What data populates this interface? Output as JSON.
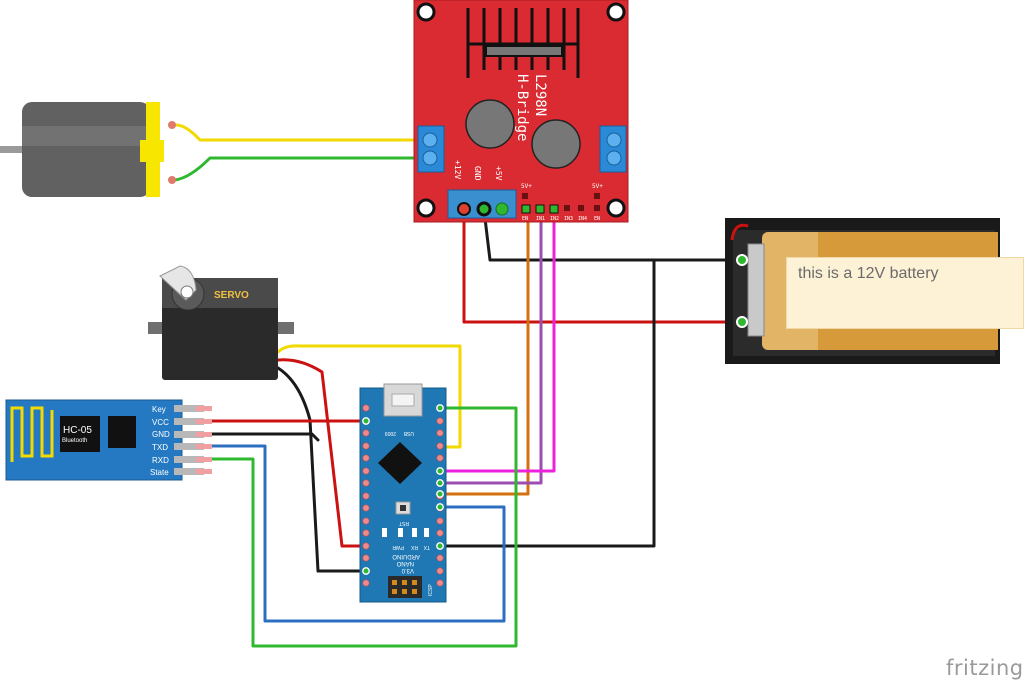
{
  "note": {
    "text": "this is a 12V battery"
  },
  "brand": {
    "text": "fritzing"
  },
  "hbridge": {
    "model": "L298N",
    "subtitle": "H-Bridge",
    "label_12v": "+12V",
    "label_gnd": "GND",
    "label_5v": "+5V",
    "label_5v_header": "5V+",
    "label_en": "EN",
    "label_in1": "IN1",
    "label_in2": "IN2",
    "label_in3": "IN3",
    "label_in4": "IN4"
  },
  "servo": {
    "label": "SERVO"
  },
  "bluetooth": {
    "model": "HC-05",
    "subtitle": "Bluetooth",
    "pins": [
      "Key",
      "VCC",
      "GND",
      "TXD",
      "RXD",
      "State"
    ]
  },
  "arduino": {
    "name": "ARDUINO",
    "model": "NANO",
    "version": "V3.0",
    "usb_label": "USB",
    "year": "2009",
    "rst": "RST",
    "pwr": "PWR",
    "rx": "RX",
    "tx": "TX",
    "icsp": "ICSP"
  },
  "colors": {
    "red": "#cc1111",
    "black": "#1a1a1a",
    "yellow": "#f2d900",
    "green": "#2fb82f",
    "blue": "#2c6fc0",
    "orange": "#d4700f",
    "purple": "#9a4fb0",
    "magenta": "#ee22dd",
    "board_red": "#d92b31",
    "nano_blue": "#1f78b4",
    "bt_blue": "#2479c2"
  }
}
